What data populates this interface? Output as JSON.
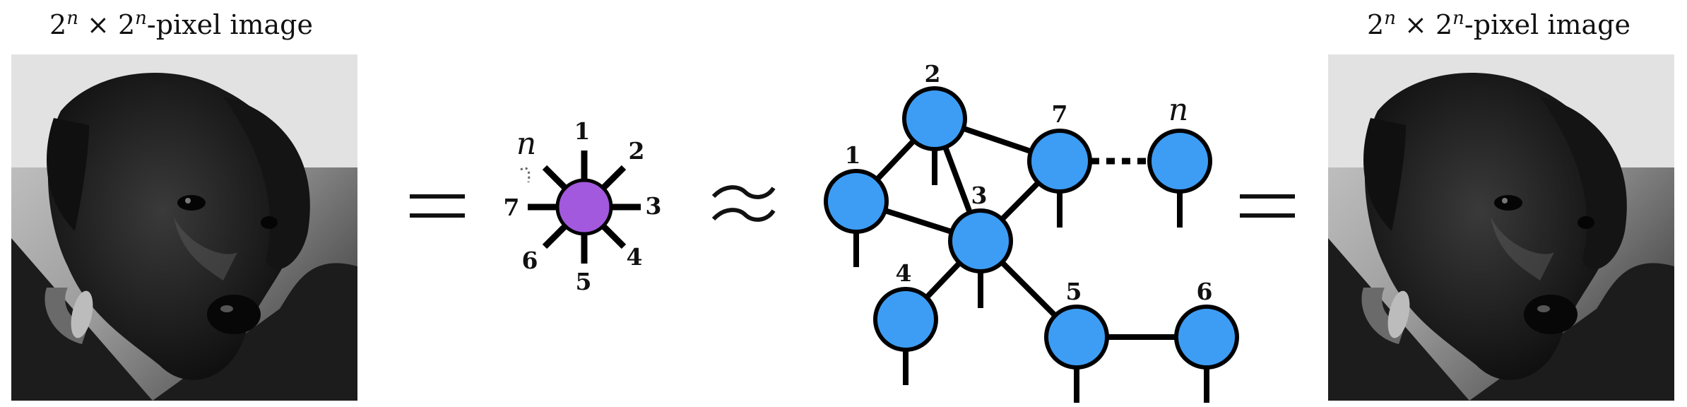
{
  "left_image": {
    "caption_base": "2",
    "caption_exp": "n",
    "caption_times": " × ",
    "caption_base2": "2",
    "caption_exp2": "n",
    "caption_rest": "-pixel  image",
    "icon": "dog-photo"
  },
  "right_image": {
    "caption_base": "2",
    "caption_exp": "n",
    "caption_times": " × ",
    "caption_base2": "2",
    "caption_exp2": "n",
    "caption_rest": "-pixel  image",
    "icon": "dog-photo"
  },
  "equals_symbol": "=",
  "approx_symbol": "≈",
  "single_tensor": {
    "color": "#a259dd",
    "leg_labels": {
      "n": "n",
      "l1": "1",
      "l2": "2",
      "l3": "3",
      "l4": "4",
      "l5": "5",
      "l6": "6",
      "l7": "7"
    }
  },
  "network": {
    "color": "#3d9df5",
    "node_labels": {
      "n1": "1",
      "n2": "2",
      "n3": "3",
      "n4": "4",
      "n5": "5",
      "n6": "6",
      "n7": "7",
      "nn": "n"
    }
  }
}
